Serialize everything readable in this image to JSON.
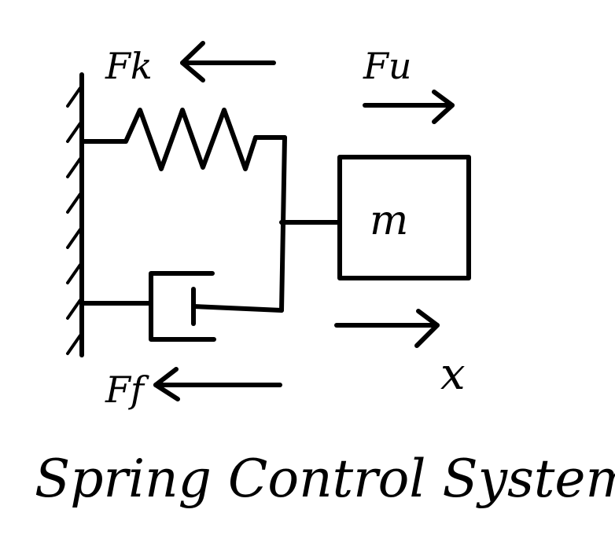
{
  "diagram": {
    "labels": {
      "spring_force": "Fk",
      "input_force": "Fu",
      "damper_force": "Ff",
      "mass": "m",
      "displacement": "x"
    },
    "caption": "Spring Control System",
    "colors": {
      "ink": "#000000",
      "background": "#ffffff"
    }
  }
}
